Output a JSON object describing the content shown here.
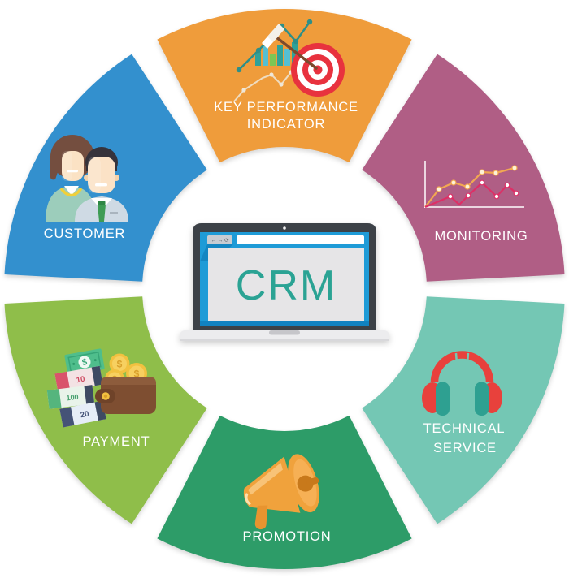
{
  "diagram_title": "CRM",
  "center": {
    "screen_text": "CRM",
    "browser_nav_icons": "← → ⟳"
  },
  "segments": {
    "kpi": {
      "label_line1": "KEY PERFORMANCE",
      "label_line2": "INDICATOR",
      "color": "#EF9C3B",
      "icon": "target-growth-chart-icon"
    },
    "monitoring": {
      "label": "MONITORING",
      "color": "#B05E85",
      "icon": "line-graph-icon"
    },
    "technical_service": {
      "label_line1": "TECHNICAL",
      "label_line2": "SERVICE",
      "color": "#74C7B4",
      "icon": "headphones-icon"
    },
    "promotion": {
      "label": "PROMOTION",
      "color": "#2D9C68",
      "icon": "megaphone-icon"
    },
    "payment": {
      "label": "PAYMENT",
      "color": "#8FBE4A",
      "icon": "wallet-money-icon"
    },
    "customer": {
      "label": "CUSTOMER",
      "color": "#3390CE",
      "icon": "two-people-icon"
    }
  },
  "payment_icon": {
    "coin_symbol": "$",
    "bill_symbol": "$",
    "note_values": [
      "10",
      "100",
      "20"
    ]
  },
  "colors": {
    "background": "#FFFFFF",
    "crm_text": "#2BA394",
    "laptop_bezel": "#3C4147",
    "laptop_screen_blue": "#1E9BD7",
    "laptop_screen_stripe": "#1182C1",
    "laptop_content": "#E6E5E7",
    "laptop_base": "#ECECEE",
    "target_red": "#E8323E",
    "headphones_red": "#E8413C",
    "headphone_pad_teal": "#2EA091",
    "megaphone_orange": "#F0A23C",
    "wallet_brown": "#7E4E31",
    "coin_gold": "#F2C140",
    "monitor_line_orange": "#F2A851",
    "monitor_line_pink": "#DE2F66"
  }
}
